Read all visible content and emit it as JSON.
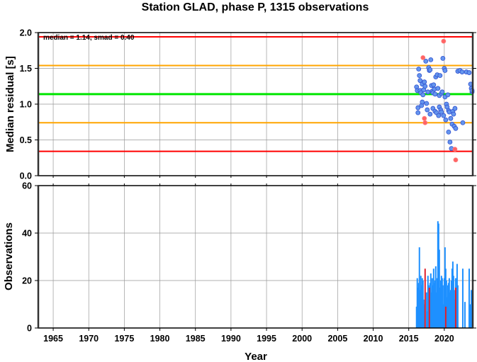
{
  "chart_data": [
    {
      "panel": "top",
      "type": "scatter",
      "title": "Station GLAD, phase P, 1315 observations",
      "xlabel": "",
      "ylabel": "Median residual [s]",
      "xlim": [
        1962.9,
        2024.0
      ],
      "ylim": [
        0.0,
        2.0
      ],
      "yticks": [
        "0.0",
        "0.5",
        "1.0",
        "1.5",
        "2.0"
      ],
      "yticks_values": [
        0.0,
        0.5,
        1.0,
        1.5,
        2.0
      ],
      "grid": true,
      "annotation": "median = 1.14, smad = 0.40",
      "reference_lines": [
        {
          "name": "median",
          "value": 1.14,
          "color": "#00e600"
        },
        {
          "name": "median+1smad",
          "value": 1.54,
          "color": "#ffa500"
        },
        {
          "name": "median-1smad",
          "value": 0.74,
          "color": "#ffa500"
        },
        {
          "name": "median+2smad",
          "value": 1.94,
          "color": "#ff0000"
        },
        {
          "name": "median-2smad",
          "value": 0.34,
          "color": "#ff0000"
        }
      ],
      "series": [
        {
          "name": "within",
          "color": "#6495ed",
          "points": [
            [
              2016.1,
              1.24
            ],
            [
              2016.2,
              1.19
            ],
            [
              2016.3,
              0.95
            ],
            [
              2016.3,
              0.88
            ],
            [
              2016.4,
              1.49
            ],
            [
              2016.5,
              1.4
            ],
            [
              2016.6,
              1.33
            ],
            [
              2016.6,
              1.19
            ],
            [
              2016.7,
              1.16
            ],
            [
              2016.8,
              0.98
            ],
            [
              2016.9,
              1.03
            ],
            [
              2016.9,
              1.28
            ],
            [
              2017.0,
              1.13
            ],
            [
              2017.1,
              1.2
            ],
            [
              2017.2,
              1.31
            ],
            [
              2017.3,
              1.25
            ],
            [
              2017.4,
              1.6
            ],
            [
              2017.5,
              1.01
            ],
            [
              2017.6,
              0.92
            ],
            [
              2017.7,
              1.17
            ],
            [
              2017.8,
              1.51
            ],
            [
              2017.9,
              1.47
            ],
            [
              2018.0,
              1.48
            ],
            [
              2018.0,
              0.86
            ],
            [
              2018.1,
              1.62
            ],
            [
              2018.2,
              1.26
            ],
            [
              2018.3,
              1.18
            ],
            [
              2018.4,
              1.16
            ],
            [
              2018.4,
              0.94
            ],
            [
              2018.5,
              1.27
            ],
            [
              2018.6,
              1.21
            ],
            [
              2018.7,
              1.14
            ],
            [
              2018.7,
              0.9
            ],
            [
              2018.8,
              1.38
            ],
            [
              2018.9,
              0.88
            ],
            [
              2019.0,
              1.41
            ],
            [
              2019.1,
              1.22
            ],
            [
              2019.2,
              0.84
            ],
            [
              2019.3,
              1.12
            ],
            [
              2019.3,
              0.96
            ],
            [
              2019.4,
              1.4
            ],
            [
              2019.5,
              0.92
            ],
            [
              2019.6,
              1.15
            ],
            [
              2019.6,
              0.89
            ],
            [
              2019.7,
              1.17
            ],
            [
              2019.8,
              1.64
            ],
            [
              2019.9,
              0.84
            ],
            [
              2020.0,
              1.5
            ],
            [
              2020.1,
              1.47
            ],
            [
              2020.1,
              1.1
            ],
            [
              2020.2,
              0.78
            ],
            [
              2020.3,
              1.0
            ],
            [
              2020.4,
              0.96
            ],
            [
              2020.5,
              1.13
            ],
            [
              2020.6,
              0.61
            ],
            [
              2020.6,
              0.91
            ],
            [
              2020.7,
              0.89
            ],
            [
              2020.8,
              0.47
            ],
            [
              2020.9,
              0.8
            ],
            [
              2021.0,
              0.38
            ],
            [
              2021.1,
              0.72
            ],
            [
              2021.2,
              0.9
            ],
            [
              2021.3,
              0.86
            ],
            [
              2021.4,
              0.69
            ],
            [
              2021.5,
              0.94
            ],
            [
              2021.6,
              0.66
            ],
            [
              2021.9,
              1.46
            ],
            [
              2022.2,
              1.47
            ],
            [
              2022.5,
              1.45
            ],
            [
              2022.6,
              0.74
            ],
            [
              2023.1,
              1.45
            ],
            [
              2023.5,
              1.44
            ],
            [
              2023.7,
              1.28
            ],
            [
              2023.8,
              1.22
            ],
            [
              2023.9,
              1.17
            ],
            [
              2023.9,
              1.19
            ]
          ]
        },
        {
          "name": "outlier",
          "color": "#ff6464",
          "points": [
            [
              2017.0,
              1.65
            ],
            [
              2019.9,
              1.88
            ],
            [
              2017.2,
              0.8
            ],
            [
              2017.3,
              0.74
            ],
            [
              2021.5,
              0.37
            ],
            [
              2021.6,
              0.22
            ]
          ]
        }
      ]
    },
    {
      "panel": "bottom",
      "type": "bar",
      "xlabel": "Year",
      "ylabel": "Observations",
      "xlim": [
        1962.9,
        2024.0
      ],
      "ylim": [
        0,
        60
      ],
      "xticks": [
        "1965",
        "1970",
        "1975",
        "1980",
        "1985",
        "1990",
        "1995",
        "2000",
        "2005",
        "2010",
        "2015",
        "2020"
      ],
      "xticks_values": [
        1965,
        1970,
        1975,
        1980,
        1985,
        1990,
        1995,
        2000,
        2005,
        2010,
        2015,
        2020
      ],
      "yticks": [
        "0",
        "20",
        "40",
        "60"
      ],
      "yticks_values": [
        0,
        20,
        40,
        60
      ],
      "grid": true,
      "series": [
        {
          "name": "within",
          "color": "#1e90ff",
          "bars": [
            [
              2016.1,
              9
            ],
            [
              2016.2,
              21
            ],
            [
              2016.3,
              17
            ],
            [
              2016.4,
              19
            ],
            [
              2016.5,
              34
            ],
            [
              2016.6,
              16
            ],
            [
              2016.7,
              22
            ],
            [
              2016.8,
              18
            ],
            [
              2016.9,
              21
            ],
            [
              2017.0,
              20
            ],
            [
              2017.1,
              12
            ],
            [
              2017.2,
              10
            ],
            [
              2017.5,
              15
            ],
            [
              2017.6,
              7
            ],
            [
              2017.7,
              22
            ],
            [
              2017.8,
              18
            ],
            [
              2017.9,
              12
            ],
            [
              2018.0,
              19
            ],
            [
              2018.1,
              23
            ],
            [
              2018.2,
              15
            ],
            [
              2018.3,
              21
            ],
            [
              2018.4,
              18
            ],
            [
              2018.5,
              25
            ],
            [
              2018.6,
              19
            ],
            [
              2018.7,
              20
            ],
            [
              2018.8,
              26
            ],
            [
              2018.9,
              15
            ],
            [
              2019.0,
              21
            ],
            [
              2019.1,
              45
            ],
            [
              2019.2,
              44
            ],
            [
              2019.3,
              33
            ],
            [
              2019.4,
              17
            ],
            [
              2019.5,
              20
            ],
            [
              2019.6,
              22
            ],
            [
              2019.7,
              21
            ],
            [
              2019.8,
              18
            ],
            [
              2019.9,
              10
            ],
            [
              2020.0,
              21
            ],
            [
              2020.1,
              34
            ],
            [
              2020.2,
              25
            ],
            [
              2020.3,
              20
            ],
            [
              2020.4,
              13
            ],
            [
              2020.5,
              18
            ],
            [
              2020.6,
              19
            ],
            [
              2020.7,
              21
            ],
            [
              2020.8,
              15
            ],
            [
              2020.9,
              16
            ],
            [
              2021.0,
              20
            ],
            [
              2021.1,
              25
            ],
            [
              2021.2,
              28
            ],
            [
              2021.3,
              22
            ],
            [
              2021.4,
              16
            ],
            [
              2021.5,
              12
            ],
            [
              2021.6,
              21
            ],
            [
              2021.7,
              14
            ],
            [
              2021.8,
              27
            ],
            [
              2021.9,
              18
            ],
            [
              2022.6,
              25
            ],
            [
              2022.9,
              11
            ],
            [
              2023.5,
              25
            ],
            [
              2023.7,
              10
            ],
            [
              2023.8,
              16
            ],
            [
              2023.9,
              14
            ]
          ]
        },
        {
          "name": "outlier",
          "color": "#e0202c",
          "bars": [
            [
              2017.3,
              25
            ],
            [
              2017.9,
              17
            ],
            [
              2020.2,
              9
            ],
            [
              2021.6,
              17
            ]
          ]
        }
      ]
    }
  ]
}
